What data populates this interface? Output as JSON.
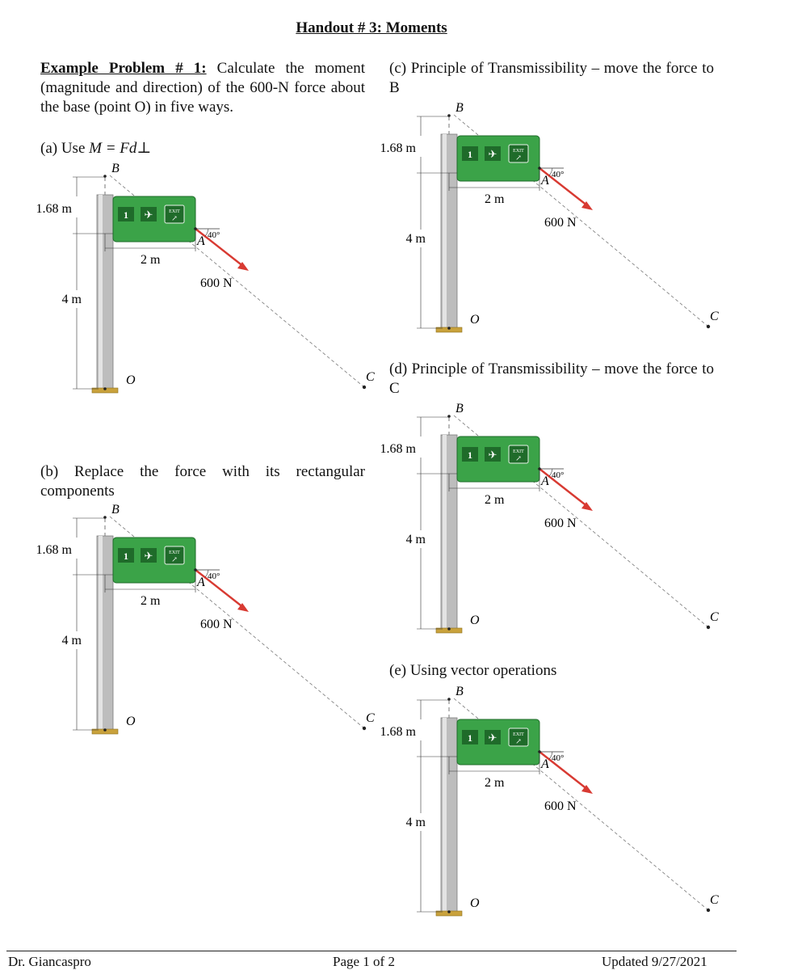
{
  "title": "Handout # 3:  Moments",
  "problem": {
    "lead": "Example Problem # 1:",
    "text": " Calculate the moment (magnitude and direction) of the 600-N force about the base (point O) in five ways."
  },
  "parts": {
    "a": {
      "prefix": "(a) Use ",
      "formula": "M = Fd⊥"
    },
    "b": {
      "text": "(b) Replace the force with its rectangular components"
    },
    "c": {
      "text": "(c) Principle of Transmissibility – move the force to B"
    },
    "d": {
      "text": "(d) Principle of Transmissibility – move the force to C"
    },
    "e": {
      "text": "(e) Using vector operations"
    }
  },
  "figure": {
    "point_B": "B",
    "point_A": "A",
    "point_O": "O",
    "point_C": "C",
    "dim_top": "1.68 m",
    "dim_bottom": "4 m",
    "dim_horizontal": "2 m",
    "angle": "40°",
    "force": "600 N",
    "sign_exit": "EXIT",
    "colors": {
      "sign": "#3ba348",
      "force": "#d83a32",
      "pole": "#b8b8b8",
      "base": "#c9a23c"
    }
  },
  "footer": {
    "left": "Dr. Giancaspro",
    "center": "Page 1 of 2",
    "right": "Updated 9/27/2021"
  }
}
